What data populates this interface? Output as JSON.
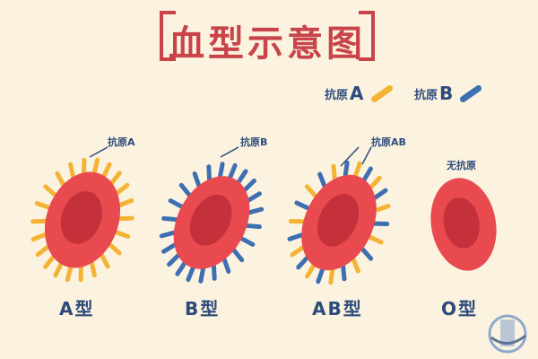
{
  "title": "血型示意图",
  "legend": {
    "antigen_a_prefix": "抗原",
    "antigen_a_letter": "A",
    "antigen_b_prefix": "抗原",
    "antigen_b_letter": "B",
    "color_a": "#f5b335",
    "color_b": "#3f6fb3"
  },
  "cells": [
    {
      "label": "A型",
      "annotation": "抗原A"
    },
    {
      "label": "B型",
      "annotation": "抗原B"
    },
    {
      "label": "AB型",
      "annotation": "抗原AB"
    },
    {
      "label": "O型",
      "annotation": "无抗原"
    }
  ],
  "colors": {
    "cell_outer": "#e84a4f",
    "cell_inner": "#c5313b",
    "text": "#2d4a7a",
    "title": "#c9444a"
  }
}
